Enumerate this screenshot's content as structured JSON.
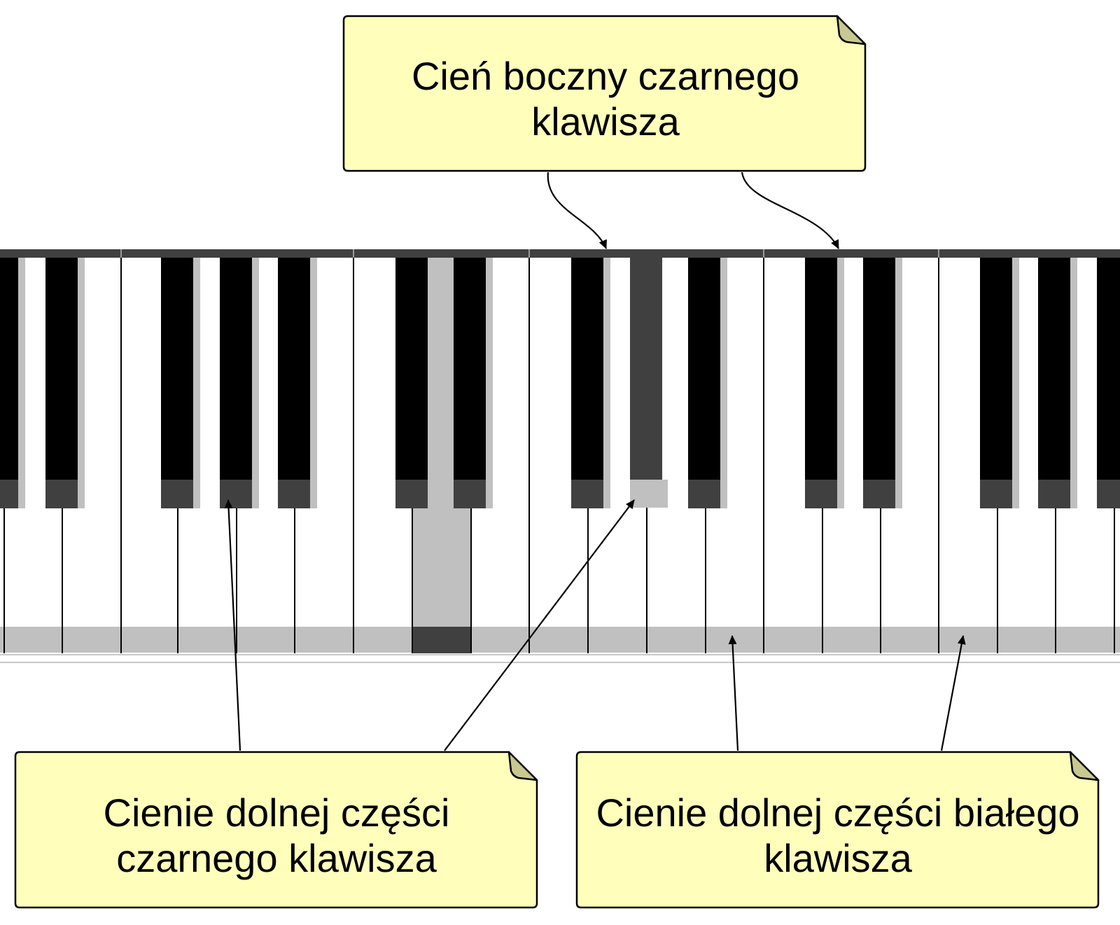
{
  "notes": {
    "side_shadow_black": {
      "lines": [
        "Cień boczny czarnego",
        "klawisza"
      ]
    },
    "bottom_shadow_black": {
      "lines": [
        "Cienie dolnej części",
        "czarnego klawisza"
      ]
    },
    "bottom_shadow_white": {
      "lines": [
        "Cienie dolnej części białego",
        "klawisza"
      ]
    }
  },
  "colors": {
    "note_fill": "#ffffbb",
    "note_stroke": "#000000",
    "note_fold": "#c8c890",
    "black_key": "#000000",
    "black_key_bottom": "#404040",
    "shadow_light": "#c0c0c0",
    "top_bar": "#404040",
    "white_key": "#ffffff"
  }
}
